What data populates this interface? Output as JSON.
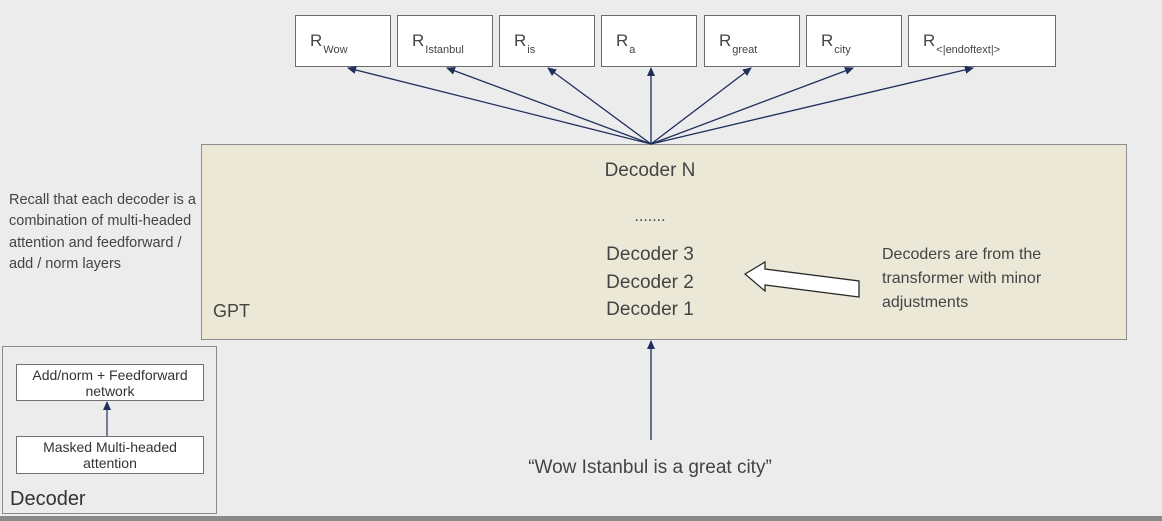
{
  "outputs": [
    {
      "r": "R",
      "sub": "Wow"
    },
    {
      "r": "R",
      "sub": "Istanbul"
    },
    {
      "r": "R",
      "sub": "is"
    },
    {
      "r": "R",
      "sub": "a"
    },
    {
      "r": "R",
      "sub": "great"
    },
    {
      "r": "R",
      "sub": "city"
    },
    {
      "r": "R",
      "sub": "<|endoftext|>"
    }
  ],
  "gpt": {
    "label": "GPT",
    "decoder_n": "Decoder N",
    "ellipsis": ".......",
    "decoder_3": "Decoder 3",
    "decoder_2": "Decoder 2",
    "decoder_1": "Decoder 1"
  },
  "notes": {
    "decoders": "Decoders are from the transformer with minor adjustments",
    "recall": "Recall that each decoder is a combination of multi-headed attention and feedforward / add / norm layers"
  },
  "decoder_panel": {
    "top_box": "Add/norm + Feedforward network",
    "bottom_box": "Masked Multi-headed attention",
    "label": "Decoder"
  },
  "input_sentence": "“Wow Istanbul is a great city”",
  "colors": {
    "arrow": "#1f2f5c",
    "gpt_fill": "#ece8d7",
    "background": "#ececec"
  }
}
